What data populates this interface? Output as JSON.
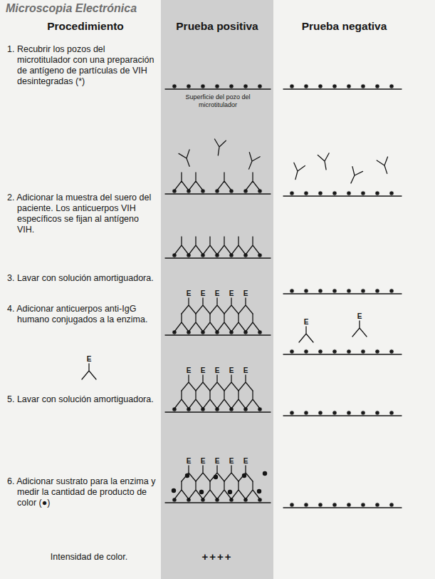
{
  "diagram": {
    "nodes": [
      {
        "text": [
          "Prueba positiva",
          "Superficie del pozo del microtitulador",
          "++++"
        ]
      }
    ],
    "labels": [
      "Microscopia Electrónica",
      "Procedimiento",
      "Prueba negativa",
      "1. Recubrir los pozos del microtitulador con una preparación de antígeno de partículas de VIH desintegradas (*)",
      "2. Adicionar la muestra del suero del paciente. Los anticuerpos VIH específicos se fijan al antígeno VIH.",
      "3. Lavar con solución amortiguadora.",
      "4. Adicionar anticuerpos anti-IgG humano conjugados a la enzima.",
      "E",
      "5. Lavar con solución amortiguadora.",
      "6. Adicionar sustrato para la enzima y medir la cantidad de producto de color (●)",
      "Intensidad de color.",
      "E",
      "E",
      "E",
      "E",
      "E",
      "E",
      "E",
      "E",
      "E",
      "E",
      "E",
      "E",
      "E",
      "E",
      "E",
      "E",
      "E"
    ]
  }
}
